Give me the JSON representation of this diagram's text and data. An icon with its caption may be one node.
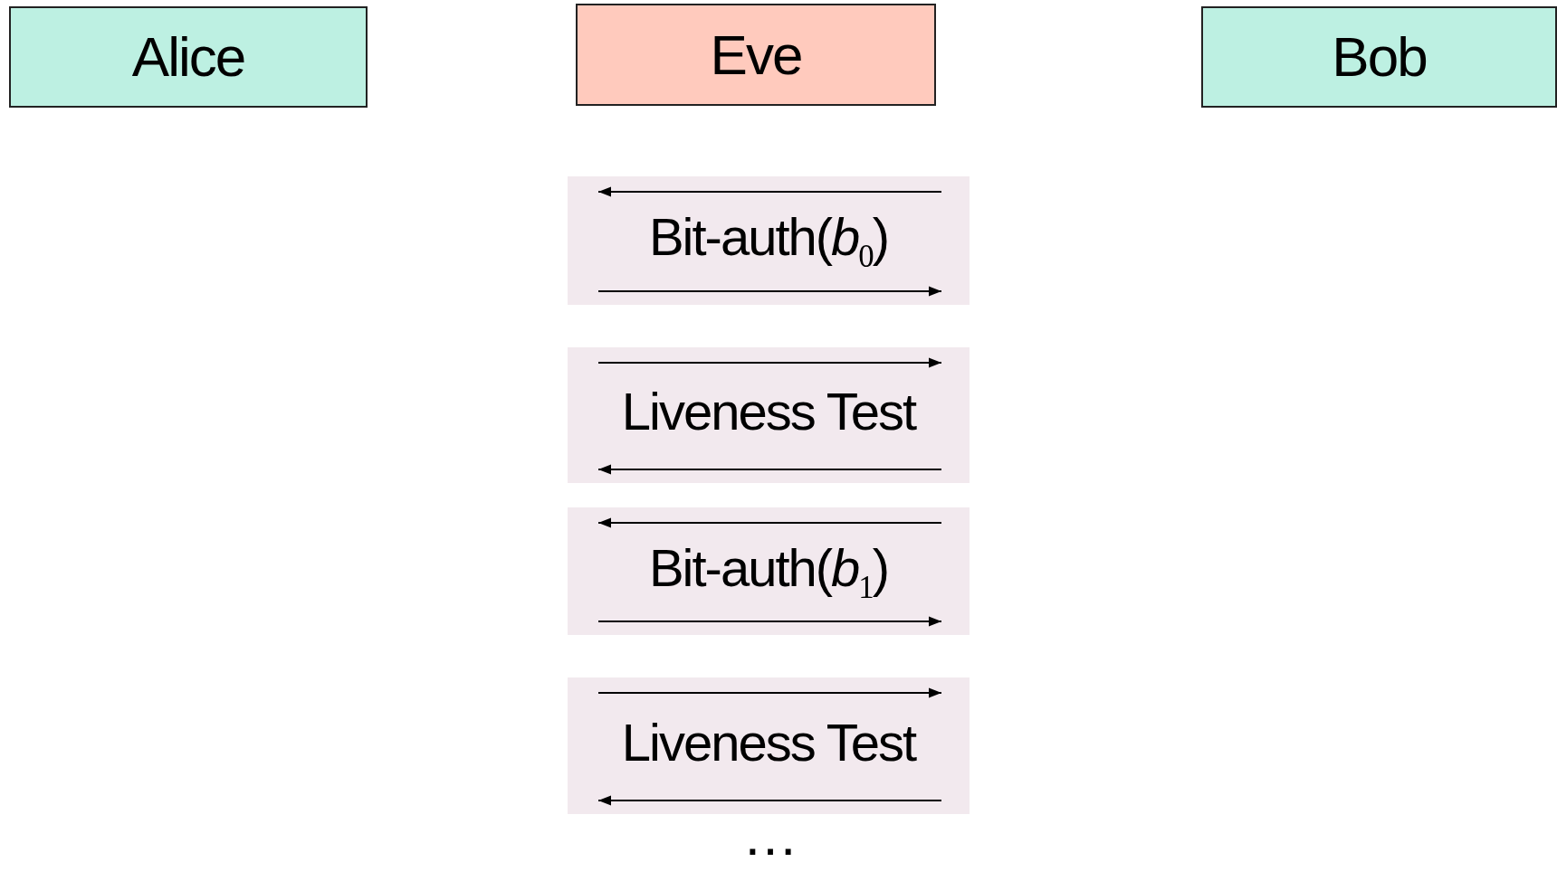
{
  "diagram": {
    "nodes": [
      {
        "text": [
          "Alice"
        ]
      },
      {
        "text": [
          "Eve"
        ]
      },
      {
        "text": [
          "Bob"
        ]
      },
      {
        "text": [
          "Bit-auth(*b*$_{0}$)"
        ]
      },
      {
        "text": [
          "Liveness Test"
        ]
      },
      {
        "text": [
          "Bit-auth(*b*$_{1}$)"
        ]
      },
      {
        "text": [
          "Liveness Test"
        ]
      }
    ],
    "labels": [
      "…"
    ]
  }
}
